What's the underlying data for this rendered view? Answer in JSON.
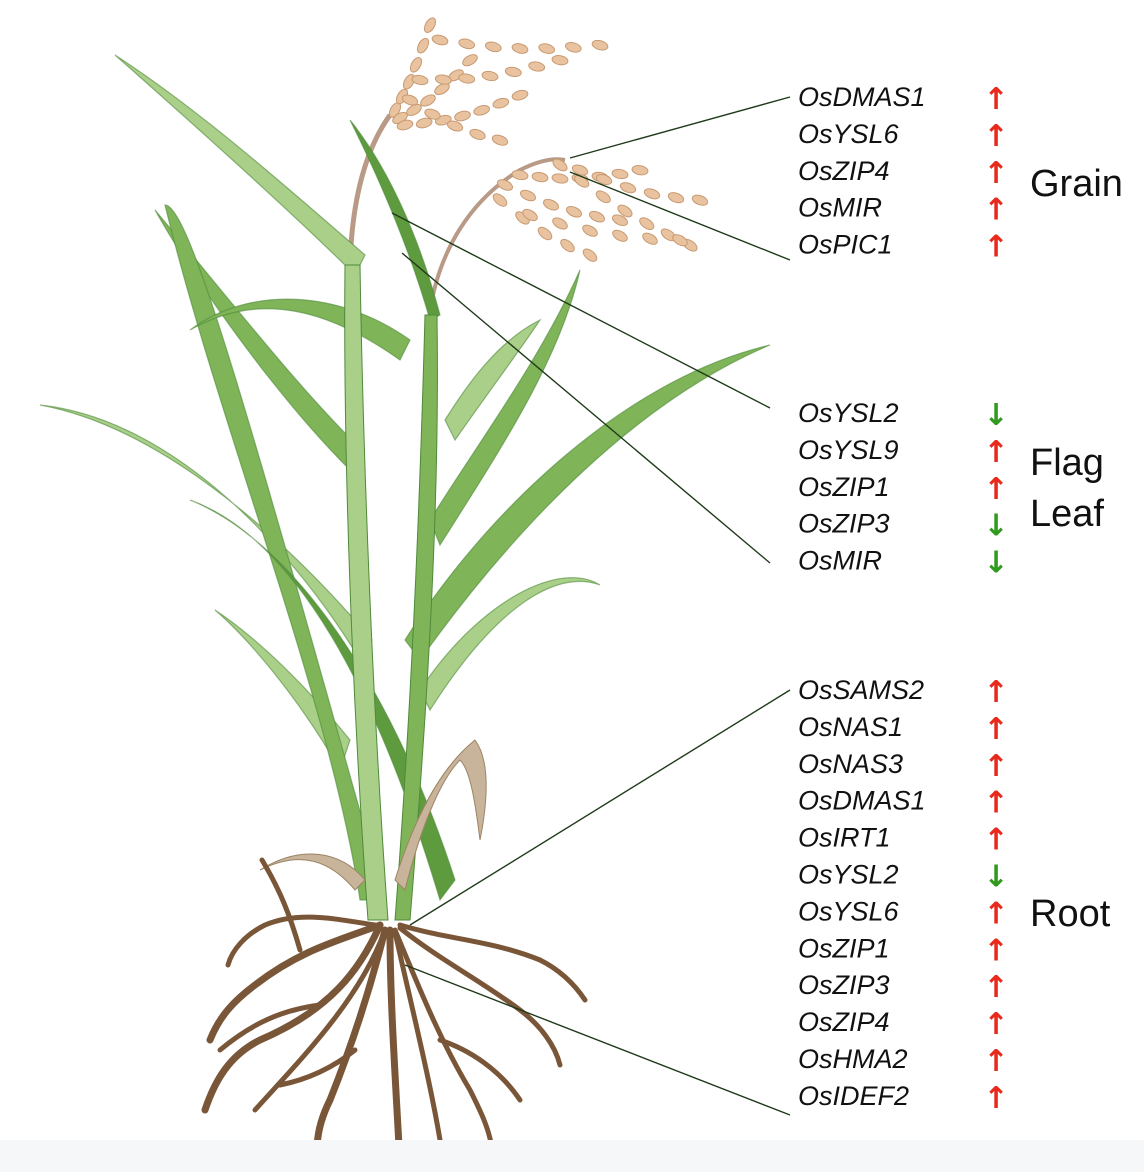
{
  "colors": {
    "up": "#e8291c",
    "down": "#2f9a1e",
    "leaf": "#7fb458",
    "leaf_dark": "#4f8a3a",
    "root": "#7a5638",
    "grain": "#e9c39f"
  },
  "arrows": {
    "up": "↑",
    "down": "↓"
  },
  "groups": [
    {
      "tissue": [
        "Grain"
      ],
      "genes": [
        {
          "name": "OsDMAS1",
          "dir": "up"
        },
        {
          "name": "OsYSL6",
          "dir": "up"
        },
        {
          "name": "OsZIP4",
          "dir": "up"
        },
        {
          "name": "OsMIR",
          "dir": "up"
        },
        {
          "name": "OsPIC1",
          "dir": "up"
        }
      ]
    },
    {
      "tissue": [
        "Flag",
        "Leaf"
      ],
      "genes": [
        {
          "name": "OsYSL2",
          "dir": "down"
        },
        {
          "name": "OsYSL9",
          "dir": "up"
        },
        {
          "name": "OsZIP1",
          "dir": "up"
        },
        {
          "name": "OsZIP3",
          "dir": "down"
        },
        {
          "name": "OsMIR",
          "dir": "down"
        }
      ]
    },
    {
      "tissue": [
        "Root"
      ],
      "genes": [
        {
          "name": "OsSAMS2",
          "dir": "up"
        },
        {
          "name": "OsNAS1",
          "dir": "up"
        },
        {
          "name": "OsNAS3",
          "dir": "up"
        },
        {
          "name": "OsDMAS1",
          "dir": "up"
        },
        {
          "name": "OsIRT1",
          "dir": "up"
        },
        {
          "name": "OsYSL2",
          "dir": "down"
        },
        {
          "name": "OsYSL6",
          "dir": "up"
        },
        {
          "name": "OsZIP1",
          "dir": "up"
        },
        {
          "name": "OsZIP3",
          "dir": "up"
        },
        {
          "name": "OsZIP4",
          "dir": "up"
        },
        {
          "name": "OsHMA2",
          "dir": "up"
        },
        {
          "name": "OsIDEF2",
          "dir": "up"
        }
      ]
    }
  ]
}
